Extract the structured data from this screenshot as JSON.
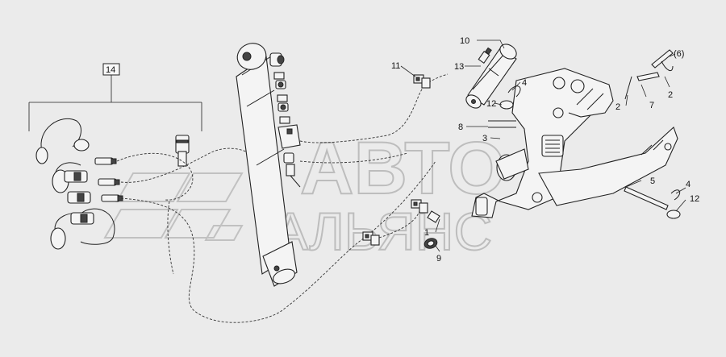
{
  "watermark": {
    "line1": "АВТО",
    "line2": "АЛЬЯНС"
  },
  "callouts": {
    "c1": "1",
    "c2": "2",
    "c3": "3",
    "c4": "4",
    "c5": "5",
    "c6": "(6)",
    "c7": "7",
    "c8": "8",
    "c9": "9",
    "c10": "10",
    "c11": "11",
    "c12": "12",
    "c13": "13",
    "c14": "14"
  }
}
